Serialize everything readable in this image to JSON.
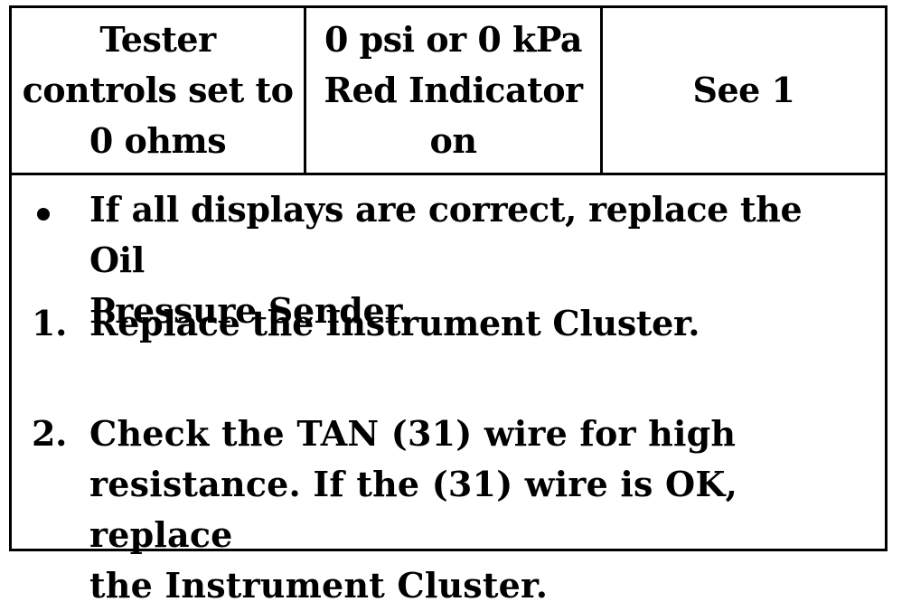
{
  "header_row": {
    "cells": [
      {
        "text": "Tester\ncontrols set to\n0 ohms"
      },
      {
        "text": "0 psi or 0 kPa\nRed Indicator\non"
      },
      {
        "text": "See 1"
      }
    ]
  },
  "instructions": {
    "bullet": {
      "text": "If all displays are correct, replace the Oil\nPressure Sender."
    },
    "steps": [
      {
        "number": "1.",
        "text": "Replace the Instrument Cluster."
      },
      {
        "number": "2.",
        "text": "Check  the  TAN  (31)  wire  for  high\nresistance. If the (31) wire is OK, replace\nthe Instrument Cluster."
      }
    ]
  }
}
